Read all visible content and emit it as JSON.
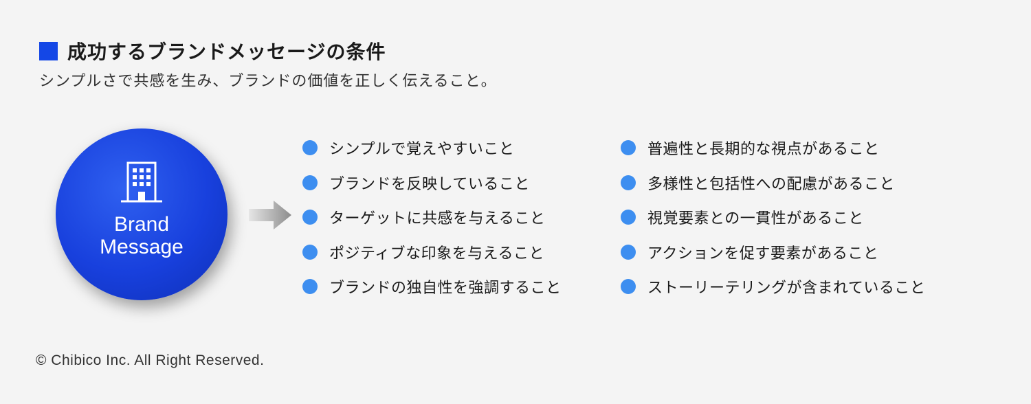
{
  "title": "成功するブランドメッセージの条件",
  "subtitle": "シンプルさで共感を生み、ブランドの価値を正しく伝えること。",
  "circle": {
    "icon": "building-icon",
    "label_line1": "Brand",
    "label_line2": "Message"
  },
  "left_items": [
    {
      "text": "シンプルで覚えやすいこと"
    },
    {
      "text": "ブランドを反映していること"
    },
    {
      "text": "ターゲットに共感を与えること"
    },
    {
      "text": "ポジティブな印象を与えること"
    },
    {
      "text": "ブランドの独自性を強調すること"
    }
  ],
  "right_items": [
    {
      "text": "普遍性と長期的な視点があること"
    },
    {
      "text": "多様性と包括性への配慮があること"
    },
    {
      "text": "視覚要素との一貫性があること"
    },
    {
      "text": "アクションを促す要素があること"
    },
    {
      "text": "ストーリーテリングが含まれていること"
    }
  ],
  "copyright": "© Chibico Inc. All Right Reserved.",
  "colors": {
    "accent": "#1447e6",
    "bullet": "#3d8ef0",
    "background": "#f4f4f4"
  }
}
